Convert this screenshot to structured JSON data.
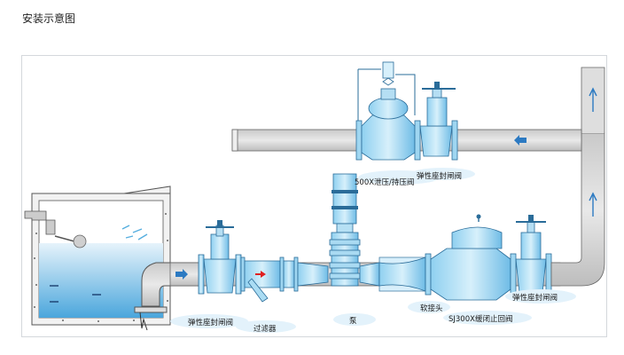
{
  "page": {
    "title": "安装示意图"
  },
  "labels": {
    "relief_valve": "500X泄压/持压阀",
    "gate_valve_top": "弹性座封闸阀",
    "gate_valve_left": "弹性座封闸阀",
    "filter": "过滤器",
    "pump": "泵",
    "flex_joint": "软接头",
    "check_valve": "SJ300X缓闭止回阀",
    "gate_valve_right": "弹性座封闸阀"
  }
}
